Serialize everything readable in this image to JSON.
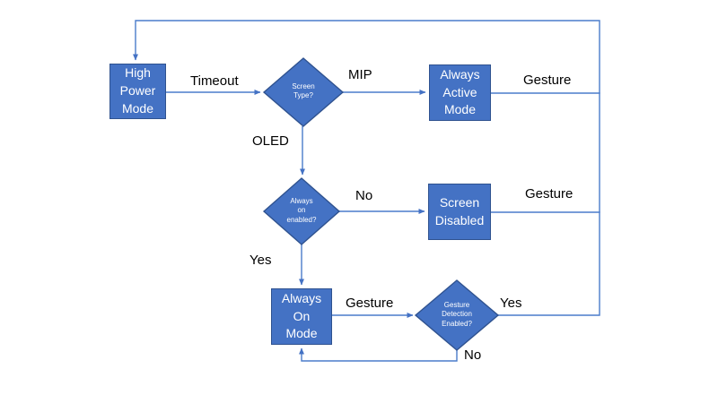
{
  "diagram": {
    "description": "Watch display power mode flowchart",
    "colors": {
      "shape_fill": "#4472C4",
      "shape_border": "#2F528F",
      "connector": "#4A7CCB",
      "shape_text": "#FFFFFF",
      "label_text": "#000000",
      "background": "#FFFFFF"
    },
    "nodes": {
      "high_power": {
        "label": "High\nPower\nMode"
      },
      "screen_type": {
        "label": "Screen\nType?"
      },
      "always_active": {
        "label": "Always\nActive\nMode"
      },
      "always_on_q": {
        "label": "Always\non\nenabled?"
      },
      "screen_disabled": {
        "label": "Screen\nDisabled"
      },
      "always_on_mode": {
        "label": "Always\nOn\nMode"
      },
      "gesture_q": {
        "label": "Gesture\nDetection\nEnabled?"
      }
    },
    "edge_labels": {
      "timeout": "Timeout",
      "mip": "MIP",
      "gesture_top": "Gesture",
      "oled": "OLED",
      "no_screen": "No",
      "gesture_mid": "Gesture",
      "yes_always_on": "Yes",
      "gesture_bottom": "Gesture",
      "yes_loop": "Yes",
      "no_loop": "No"
    }
  }
}
